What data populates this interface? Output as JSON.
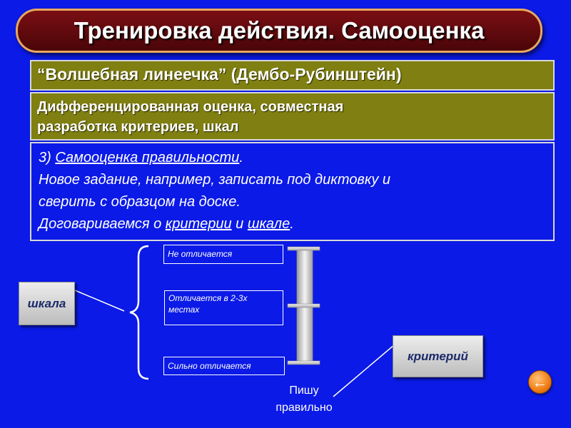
{
  "header": {
    "title": "Тренировка действия. Самооценка"
  },
  "subtitle": {
    "line1": "“Волшебная линеечка” (Дембо-Рубинштейн)",
    "line2a": "Дифференцированная оценка, совместная",
    "line2b": "разработка критериев, шкал"
  },
  "task": {
    "num": "3) ",
    "link": "Самооценка правильности",
    "dot1": ".",
    "line2": "Новое задание, например, записать под диктовку и",
    "line3": "сверить с образцом на доске.",
    "line4_pre": "Договариваемся о ",
    "line4_link1": "критерии",
    "line4_mid": " и ",
    "line4_link2": "шкале",
    "line4_end": "."
  },
  "diagram": {
    "scale_label": "шкала",
    "criterion_label": "критерий",
    "level_top": "Не отличается",
    "level_mid": "Отличается в 2-3х местах",
    "level_bottom": "Сильно отличается",
    "caption_line1": "Пишу",
    "caption_line2": "правильно"
  },
  "nav": {
    "back_glyph": "←"
  },
  "colors": {
    "background": "#0b1ae6",
    "title_bg": "#7a0f14",
    "title_border": "#e8a85c",
    "olive": "#7f7f12",
    "back_button": "#f07d13"
  }
}
